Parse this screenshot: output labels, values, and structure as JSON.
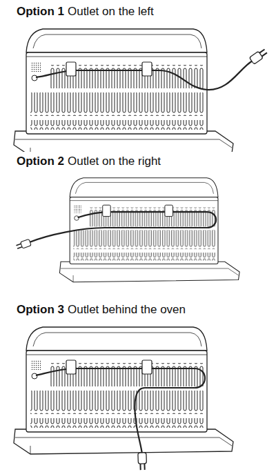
{
  "diagram": {
    "labels": [
      "Option 1",
      "Outlet on the left",
      "Option 2",
      "Outlet on the right",
      "Option 3",
      "Outlet behind the oven"
    ]
  }
}
